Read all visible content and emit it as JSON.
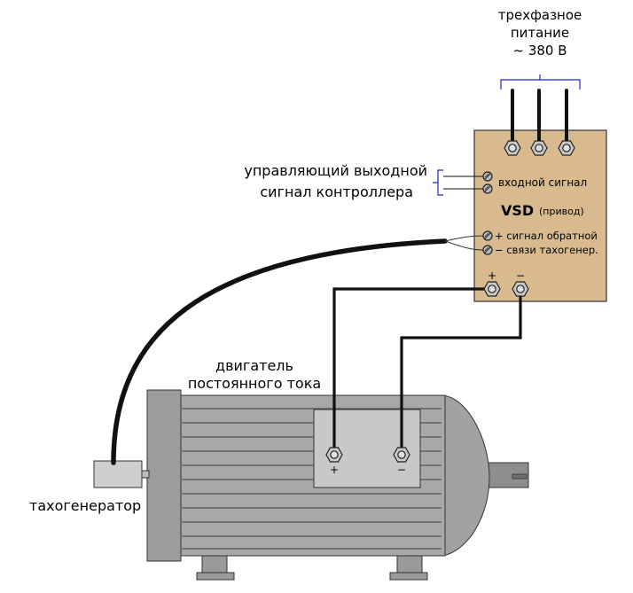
{
  "power": {
    "line1": "трехфазное",
    "line2": "питание",
    "line3": "~ 380 В"
  },
  "controller": {
    "line1": "управляющий выходной",
    "line2": "сигнал контроллера"
  },
  "vsd": {
    "input_label": "входной сигнал",
    "title": "VSD",
    "subtitle": "(привод)",
    "fb_line1": "+ сигнал обратной",
    "fb_line2": "− связи тахогенер.",
    "out_plus": "+",
    "out_minus": "−"
  },
  "motor": {
    "line1": "двигатель",
    "line2": "постоянного тока",
    "plus": "+",
    "minus": "−"
  },
  "tacho": {
    "label": "тахогенератор"
  },
  "colors": {
    "box": "#d9b98e",
    "motor": "#a8a8a8",
    "bracket": "#2222cc"
  }
}
